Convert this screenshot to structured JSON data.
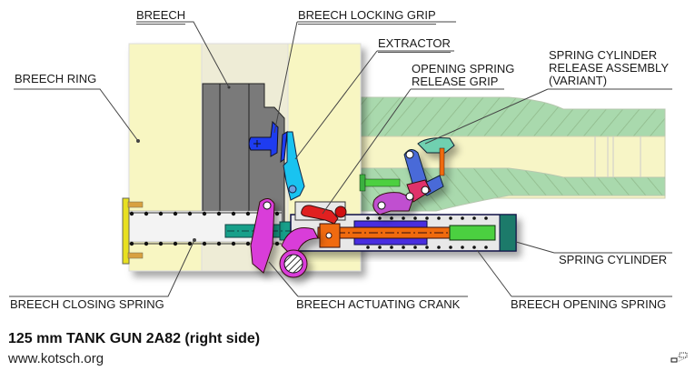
{
  "diagram": {
    "title": "125 mm TANK GUN 2A82 (right side)",
    "source": "www.kotsch.org",
    "labels": {
      "breech": "BREECH",
      "breech_locking_grip": "BREECH LOCKING GRIP",
      "extractor": "EXTRACTOR",
      "breech_ring": "BREECH RING",
      "opening_spring_release_grip_1": "OPENING SPRING",
      "opening_spring_release_grip_2": "RELEASE GRIP",
      "spring_cylinder_release_1": "SPRING CYLINDER",
      "spring_cylinder_release_2": "RELEASE ASSEMBLY",
      "spring_cylinder_release_3": "(VARIANT)",
      "spring_cylinder": "SPRING CYLINDER",
      "breech_closing_spring": "BREECH CLOSING SPRING",
      "breech_actuating_crank": "BREECH ACTUATING CRANK",
      "breech_opening_spring": "BREECH OPENING SPRING"
    },
    "colors": {
      "breech_ring": "#f8f6c4",
      "barrel_hatch": "#a8d8a8",
      "breech_block": "#7a7a7a",
      "locking_grip": "#1e3cf0",
      "extractor": "#19c3f0",
      "crank": "#d93cd9",
      "release_grip": "#e02020",
      "rod": "#f06a10",
      "piston": "#4a2ee0",
      "teal_rod": "#17a08a",
      "green_part": "#4cd040",
      "yellow_cap": "#e8e020"
    },
    "icons": {
      "corner": "resize-handle-icon"
    }
  }
}
